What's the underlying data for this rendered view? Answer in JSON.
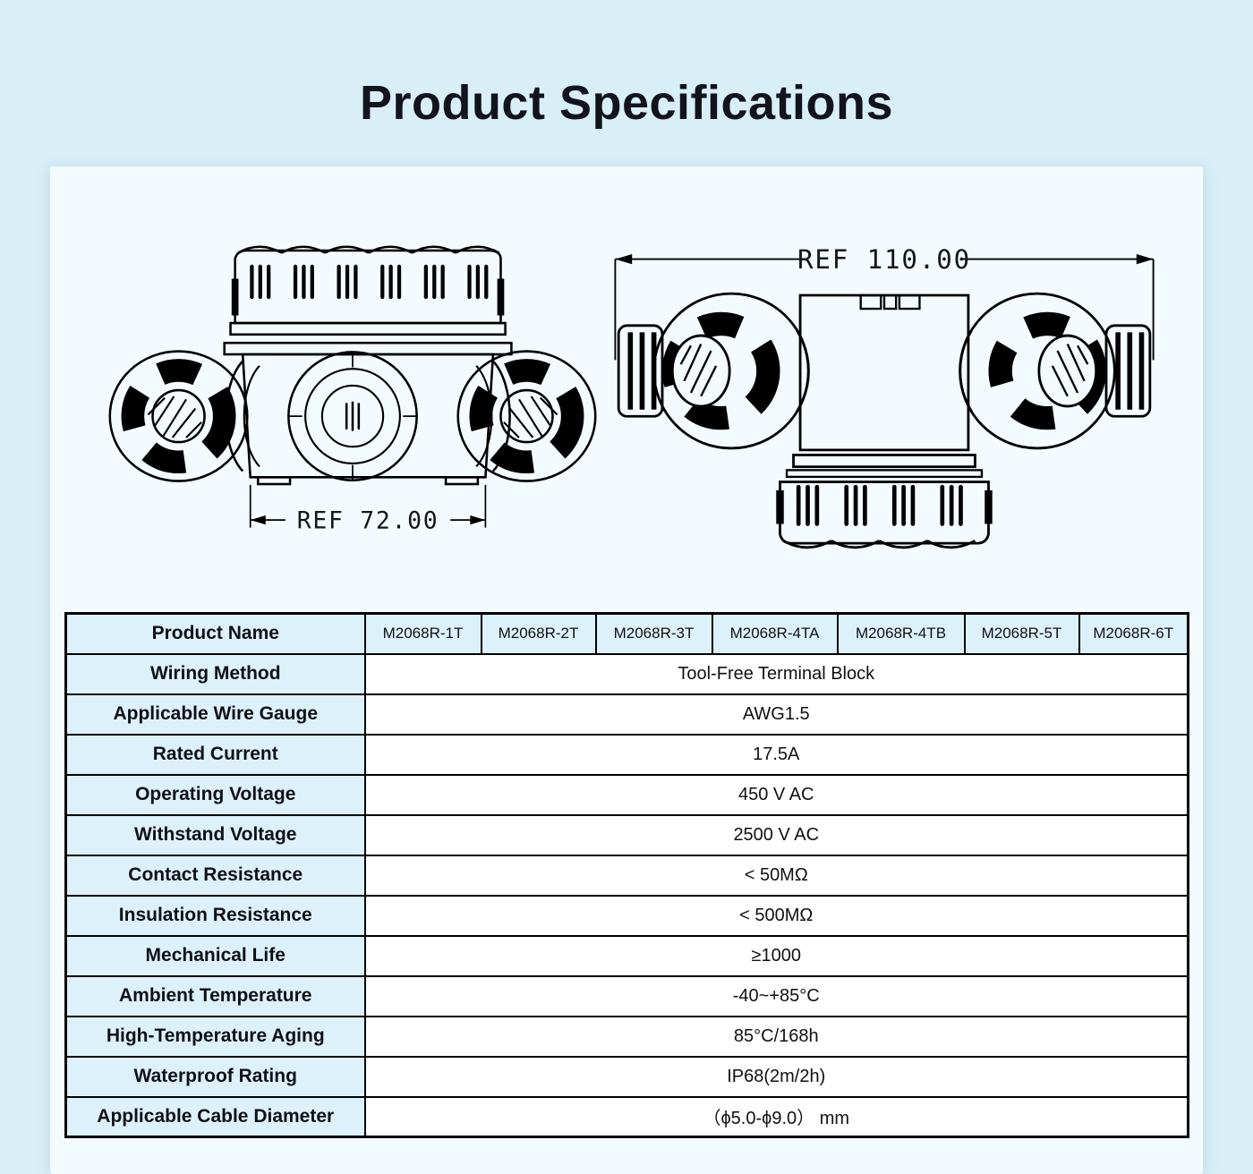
{
  "title": "Product Specifications",
  "drawings": {
    "front_view_ref": "REF 72.00",
    "side_view_ref": "REF 110.00"
  },
  "table": {
    "header": {
      "label": "Product Name",
      "models": [
        "M2068R-1T",
        "M2068R-2T",
        "M2068R-3T",
        "M2068R-4TA",
        "M2068R-4TB",
        "M2068R-5T",
        "M2068R-6T"
      ]
    },
    "rows": [
      {
        "label": "Wiring Method",
        "value": "Tool-Free Terminal Block"
      },
      {
        "label": "Applicable Wire Gauge",
        "value": "AWG1.5"
      },
      {
        "label": "Rated Current",
        "value": "17.5A"
      },
      {
        "label": "Operating Voltage",
        "value": "450 V  AC"
      },
      {
        "label": "Withstand Voltage",
        "value": "2500 V  AC"
      },
      {
        "label": "Contact Resistance",
        "value": "< 50MΩ"
      },
      {
        "label": "Insulation Resistance",
        "value": "< 500MΩ"
      },
      {
        "label": "Mechanical Life",
        "value": "≥1000"
      },
      {
        "label": "Ambient Temperature",
        "value": "-40~+85°C"
      },
      {
        "label": "High-Temperature Aging",
        "value": "85°C/168h"
      },
      {
        "label": "Waterproof Rating",
        "value": "IP68(2m/2h)"
      },
      {
        "label": "Applicable Cable Diameter",
        "value": "（ϕ5.0-ϕ9.0） mm"
      }
    ]
  },
  "colors": {
    "page_bg": "#d9eff7",
    "card_bg": "#f3fbfe",
    "cell_blue": "#ddf1fa",
    "table_border": "#000000",
    "title_text": "#12131c",
    "line_art": "#000000"
  }
}
